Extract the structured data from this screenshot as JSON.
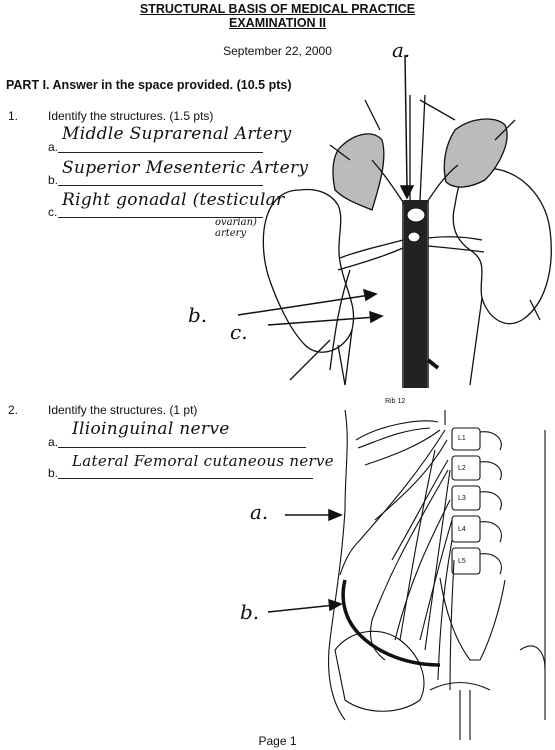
{
  "header": {
    "title_line1": "STRUCTURAL BASIS OF MEDICAL PRACTICE",
    "title_line2": "EXAMINATION II",
    "date": "September 22, 2000"
  },
  "part1": {
    "heading": "PART I.  Answer in the space provided.  (10.5 pts)"
  },
  "q1": {
    "number": "1.",
    "prompt": "Identify the structures. (1.5 pts)",
    "items": [
      {
        "label": "a.",
        "answer": "Middle Suprarenal Artery"
      },
      {
        "label": "b.",
        "answer": "Superior Mesenteric Artery"
      },
      {
        "label": "c.",
        "answer": "Right gonadal (testicular"
      }
    ],
    "answer_c_note": "ovarian) artery",
    "figure_labels": {
      "a": "a.",
      "b": "b.",
      "c": "c."
    }
  },
  "q2": {
    "number": "2.",
    "prompt": "Identify the structures. (1 pt)",
    "items": [
      {
        "label": "a.",
        "answer": "Ilioinguinal nerve"
      },
      {
        "label": "b.",
        "answer": "Lateral Femoral cutaneous nerve"
      }
    ],
    "figure_labels": {
      "rib": "Rib 12",
      "vertebrae": [
        "L1",
        "L2",
        "L3",
        "L4",
        "L5"
      ],
      "a": "a.",
      "b": "b."
    }
  },
  "footer": {
    "page": "Page 1"
  }
}
